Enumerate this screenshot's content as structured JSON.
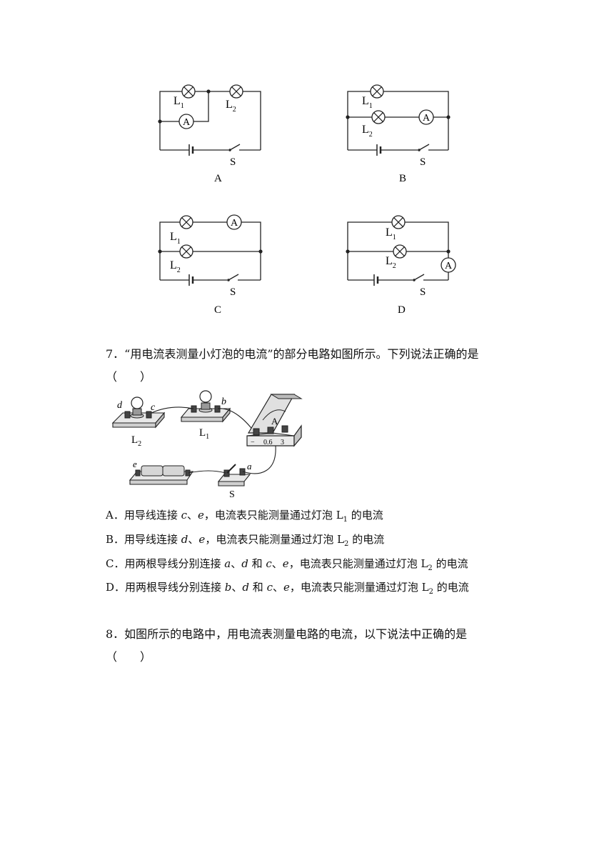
{
  "diagrams": [
    {
      "letter": "A",
      "l1": "L",
      "l1sub": "1",
      "l2": "L",
      "l2sub": "2",
      "meter": "A",
      "switch": "S"
    },
    {
      "letter": "B",
      "l1": "L",
      "l1sub": "1",
      "l2": "L",
      "l2sub": "2",
      "meter": "A",
      "switch": "S"
    },
    {
      "letter": "C",
      "l1": "L",
      "l1sub": "1",
      "l2": "L",
      "l2sub": "2",
      "meter": "A",
      "switch": "S"
    },
    {
      "letter": "D",
      "l1": "L",
      "l1sub": "1",
      "l2": "L",
      "l2sub": "2",
      "meter": "A",
      "switch": "S"
    }
  ],
  "q7": {
    "line1": "7．“用电流表测量小灯泡的电流”的部分电路如图所示。下列说法正确的是",
    "paren": "（　　）",
    "figure": {
      "d": "d",
      "c": "c",
      "b": "b",
      "e": "e",
      "a": "a",
      "L2": "L",
      "L2sub": "2",
      "L1": "L",
      "L1sub": "1",
      "meter": "A",
      "minus": "−",
      "t06": "0.6",
      "t3": "3",
      "switch": "S"
    },
    "options": [
      {
        "pre": "A．用导线连接 ",
        "v1": "c",
        "sep": "、",
        "v2": "e",
        "post": "，电流表只能测量通过灯泡 L",
        "sub": "1",
        "end": " 的电流"
      },
      {
        "pre": "B．用导线连接 ",
        "v1": "d",
        "sep": "、",
        "v2": "e",
        "post": "，电流表只能测量通过灯泡 L",
        "sub": "2",
        "end": " 的电流"
      },
      {
        "pre": "C．用两根导线分别连接 ",
        "v1": "a",
        "sep": "、",
        "v2": "d",
        "mid": " 和 ",
        "v3": "c",
        "sep2": "、",
        "v4": "e",
        "post": "，电流表只能测量通过灯泡 L",
        "sub": "2",
        "end": " 的电流"
      },
      {
        "pre": "D．用两根导线分别连接 ",
        "v1": "b",
        "sep": "、",
        "v2": "d",
        "mid": " 和 ",
        "v3": "c",
        "sep2": "、",
        "v4": "e",
        "post": "，电流表只能测量通过灯泡 L",
        "sub": "2",
        "end": " 的电流"
      }
    ]
  },
  "q8": {
    "line1": "8．如图所示的电路中，用电流表测量电路的电流，以下说法中正确的是",
    "paren": "（　　）"
  }
}
